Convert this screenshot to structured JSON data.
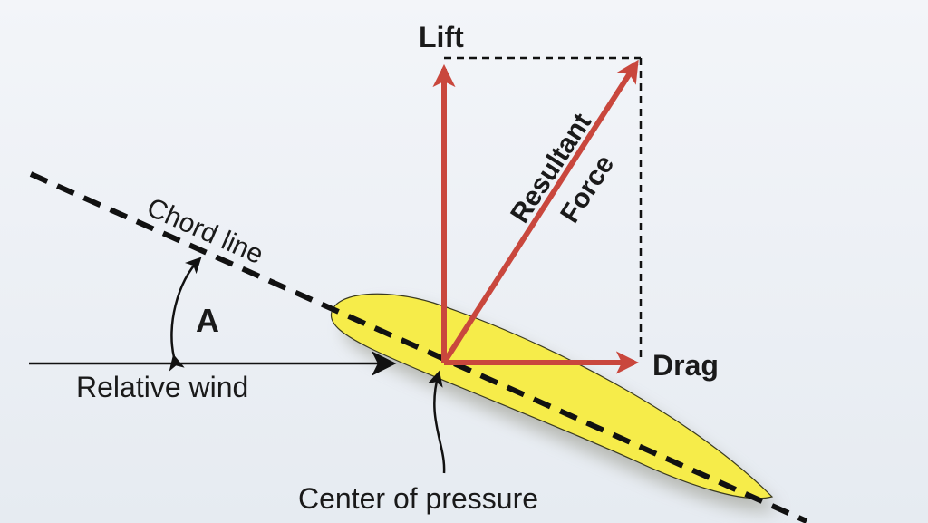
{
  "labels": {
    "lift": "Lift",
    "drag": "Drag",
    "resultant_line1": "Resultant",
    "resultant_line2": "Force",
    "chord_line": "Chord line",
    "angle": "A",
    "relative_wind": "Relative wind",
    "center_of_pressure": "Center of pressure"
  },
  "colors": {
    "background": "#edf1f6",
    "force_arrow": "#c9473d",
    "airfoil_fill": "#f6ec4a",
    "airfoil_shadow": "#9a9a8a",
    "dashed_line": "#111111",
    "text": "#1a1a1a"
  }
}
